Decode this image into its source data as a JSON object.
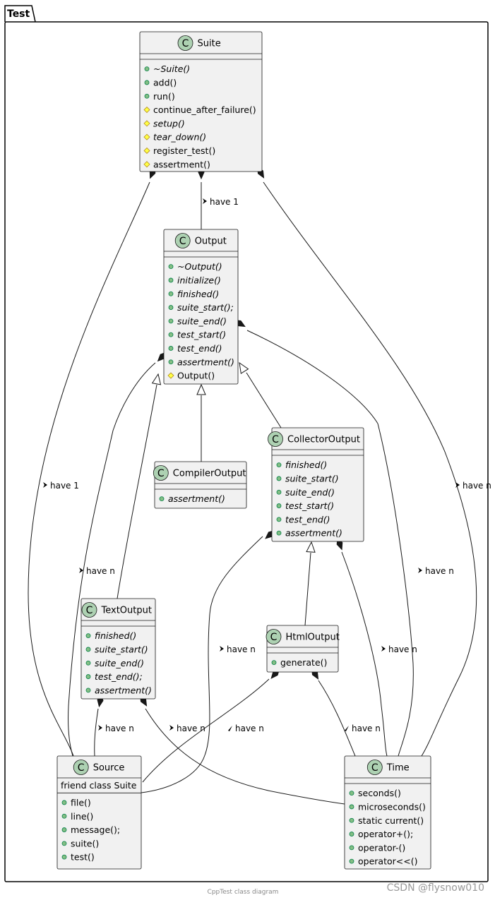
{
  "package": {
    "name": "Test"
  },
  "caption": "CppTest class diagram",
  "watermark": "CSDN @flysnow010",
  "classes": [
    {
      "id": "suite",
      "name": "Suite",
      "fields": [],
      "methods": [
        {
          "vis": "public",
          "text": "~Suite()",
          "abstract": true
        },
        {
          "vis": "public",
          "text": "add()",
          "abstract": false
        },
        {
          "vis": "public",
          "text": "run()",
          "abstract": false
        },
        {
          "vis": "protected",
          "text": "continue_after_failure()",
          "abstract": false
        },
        {
          "vis": "protected",
          "text": "setup()",
          "abstract": true
        },
        {
          "vis": "protected",
          "text": "tear_down()",
          "abstract": true
        },
        {
          "vis": "protected",
          "text": "register_test()",
          "abstract": false
        },
        {
          "vis": "protected",
          "text": "assertment()",
          "abstract": false
        }
      ]
    },
    {
      "id": "output",
      "name": "Output",
      "fields": [],
      "methods": [
        {
          "vis": "public",
          "text": "~Output()",
          "abstract": true
        },
        {
          "vis": "public",
          "text": "initialize()",
          "abstract": true
        },
        {
          "vis": "public",
          "text": "finished()",
          "abstract": true
        },
        {
          "vis": "public",
          "text": "suite_start();",
          "abstract": true
        },
        {
          "vis": "public",
          "text": "suite_end()",
          "abstract": true
        },
        {
          "vis": "public",
          "text": "test_start()",
          "abstract": true
        },
        {
          "vis": "public",
          "text": "test_end()",
          "abstract": true
        },
        {
          "vis": "public",
          "text": "assertment()",
          "abstract": true
        },
        {
          "vis": "protected",
          "text": "Output()",
          "abstract": false
        }
      ]
    },
    {
      "id": "compiler",
      "name": "CompilerOutput",
      "fields": [],
      "methods": [
        {
          "vis": "public",
          "text": "assertment()",
          "abstract": true
        }
      ]
    },
    {
      "id": "collector",
      "name": "CollectorOutput",
      "fields": [],
      "methods": [
        {
          "vis": "public",
          "text": "finished()",
          "abstract": true
        },
        {
          "vis": "public",
          "text": "suite_start()",
          "abstract": true
        },
        {
          "vis": "public",
          "text": "suite_end()",
          "abstract": true
        },
        {
          "vis": "public",
          "text": "test_start()",
          "abstract": true
        },
        {
          "vis": "public",
          "text": "test_end()",
          "abstract": true
        },
        {
          "vis": "public",
          "text": "assertment()",
          "abstract": true
        }
      ]
    },
    {
      "id": "text",
      "name": "TextOutput",
      "fields": [],
      "methods": [
        {
          "vis": "public",
          "text": "finished()",
          "abstract": true
        },
        {
          "vis": "public",
          "text": "suite_start()",
          "abstract": true
        },
        {
          "vis": "public",
          "text": "suite_end()",
          "abstract": true
        },
        {
          "vis": "public",
          "text": "test_end();",
          "abstract": true
        },
        {
          "vis": "public",
          "text": "assertment()",
          "abstract": true
        }
      ]
    },
    {
      "id": "html",
      "name": "HtmlOutput",
      "fields": [],
      "methods": [
        {
          "vis": "public",
          "text": "generate()",
          "abstract": false
        }
      ]
    },
    {
      "id": "source",
      "name": "Source",
      "fields": [
        "friend class Suite"
      ],
      "methods": [
        {
          "vis": "public",
          "text": "file()",
          "abstract": false
        },
        {
          "vis": "public",
          "text": "line()",
          "abstract": false
        },
        {
          "vis": "public",
          "text": "message();",
          "abstract": false
        },
        {
          "vis": "public",
          "text": "suite()",
          "abstract": false
        },
        {
          "vis": "public",
          "text": "test()",
          "abstract": false
        }
      ]
    },
    {
      "id": "time",
      "name": "Time",
      "fields": [],
      "methods": [
        {
          "vis": "public",
          "text": "seconds()",
          "abstract": false
        },
        {
          "vis": "public",
          "text": "microseconds()",
          "abstract": false
        },
        {
          "vis": "public",
          "text": "static current()",
          "abstract": false
        },
        {
          "vis": "public",
          "text": "operator+();",
          "abstract": false
        },
        {
          "vis": "public",
          "text": "operator-()",
          "abstract": false
        },
        {
          "vis": "public",
          "text": "operator<<()",
          "abstract": false
        }
      ]
    }
  ],
  "relations": [
    {
      "id": "r1",
      "from": "suite",
      "to": "output",
      "type": "composition",
      "label": "have 1"
    },
    {
      "id": "r2",
      "from": "suite",
      "to": "source",
      "type": "composition",
      "label": "have 1"
    },
    {
      "id": "r3",
      "from": "suite",
      "to": "time",
      "type": "composition",
      "label": "have n"
    },
    {
      "id": "r4",
      "from": "output",
      "to": "source",
      "type": "composition",
      "label": "have n"
    },
    {
      "id": "r5",
      "from": "output",
      "to": "time",
      "type": "composition",
      "label": "have n"
    },
    {
      "id": "r6",
      "from": "compiler",
      "to": "output",
      "type": "inheritance",
      "label": ""
    },
    {
      "id": "r7",
      "from": "collector",
      "to": "output",
      "type": "inheritance",
      "label": ""
    },
    {
      "id": "r8",
      "from": "text",
      "to": "output",
      "type": "inheritance",
      "label": ""
    },
    {
      "id": "r9",
      "from": "html",
      "to": "collector",
      "type": "inheritance",
      "label": ""
    },
    {
      "id": "r10",
      "from": "collector",
      "to": "source",
      "type": "composition",
      "label": "have n"
    },
    {
      "id": "r11",
      "from": "collector",
      "to": "time",
      "type": "composition",
      "label": "have n"
    },
    {
      "id": "r12",
      "from": "text",
      "to": "source",
      "type": "composition",
      "label": "have n"
    },
    {
      "id": "r13",
      "from": "text",
      "to": "time",
      "type": "composition",
      "label": "have n"
    },
    {
      "id": "r14",
      "from": "html",
      "to": "source",
      "type": "composition",
      "label": "have n"
    },
    {
      "id": "r15",
      "from": "html",
      "to": "time",
      "type": "composition",
      "label": "have n"
    }
  ]
}
